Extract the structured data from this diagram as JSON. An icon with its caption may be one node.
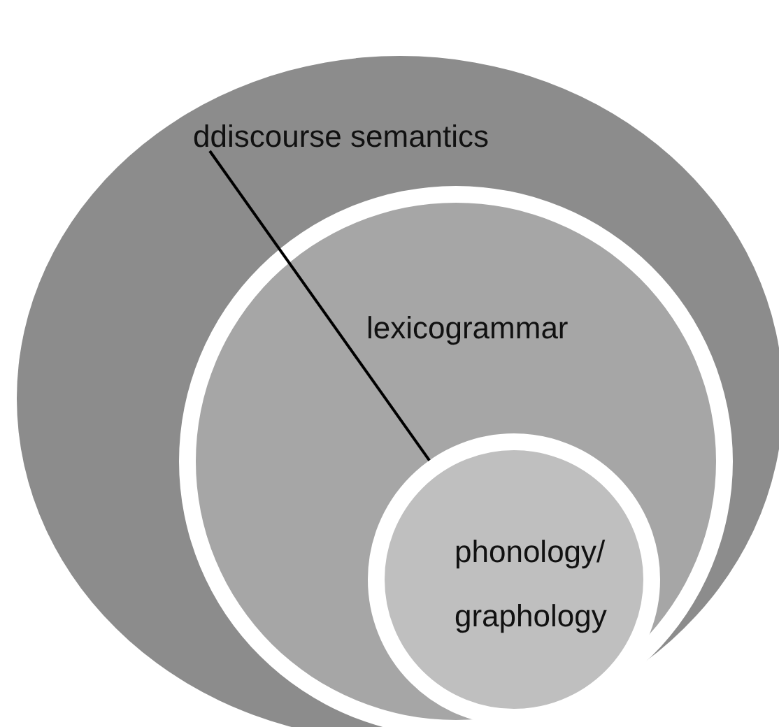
{
  "diagram": {
    "nodes": [
      {
        "text": [
          "ddiscourse semantics"
        ]
      },
      {
        "text": [
          "lexicogrammar"
        ],
        "in": 0
      },
      {
        "text": [
          "phonology/ graphology"
        ],
        "in": 1
      }
    ],
    "edges": [
      {
        "from": 0,
        "to": 2,
        "arrow": "none"
      }
    ]
  }
}
